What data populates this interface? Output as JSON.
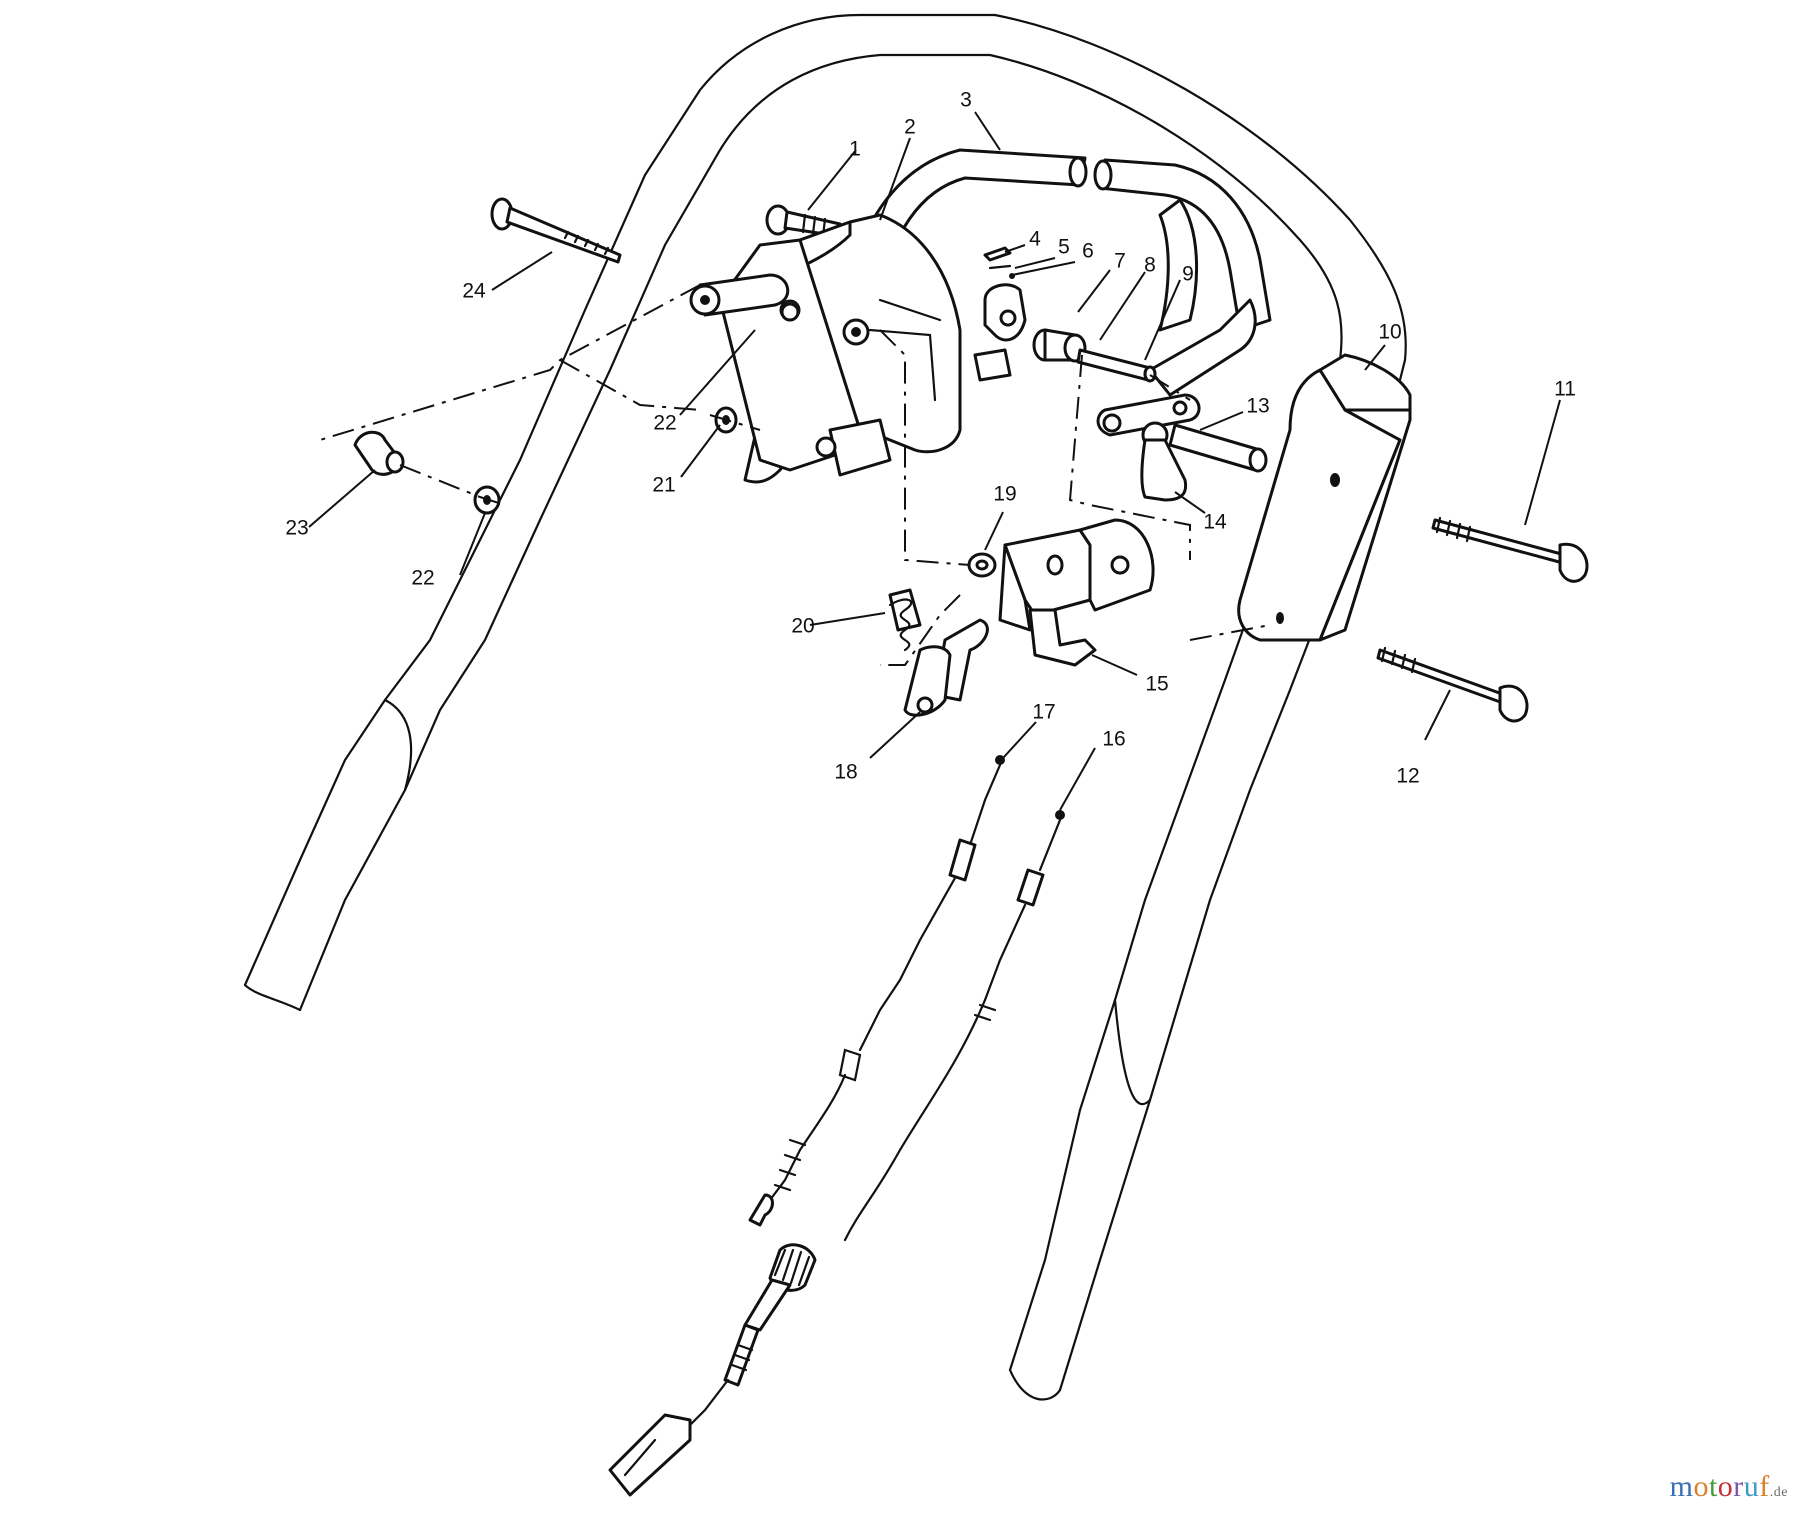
{
  "diagram": {
    "callouts": [
      "1",
      "2",
      "3",
      "4",
      "5",
      "6",
      "7",
      "8",
      "9",
      "10",
      "11",
      "12",
      "13",
      "14",
      "15",
      "16",
      "17",
      "18",
      "19",
      "20",
      "21",
      "22",
      "22",
      "23",
      "24"
    ]
  },
  "watermark": {
    "letters": [
      "m",
      "o",
      "t",
      "o",
      "r",
      "u",
      "f"
    ],
    "colors": [
      "#3a6fb5",
      "#d9822b",
      "#4a9a3a",
      "#c8323c",
      "#7a57a8",
      "#3a9bbf",
      "#d9822b"
    ],
    "suffix": ".de"
  }
}
